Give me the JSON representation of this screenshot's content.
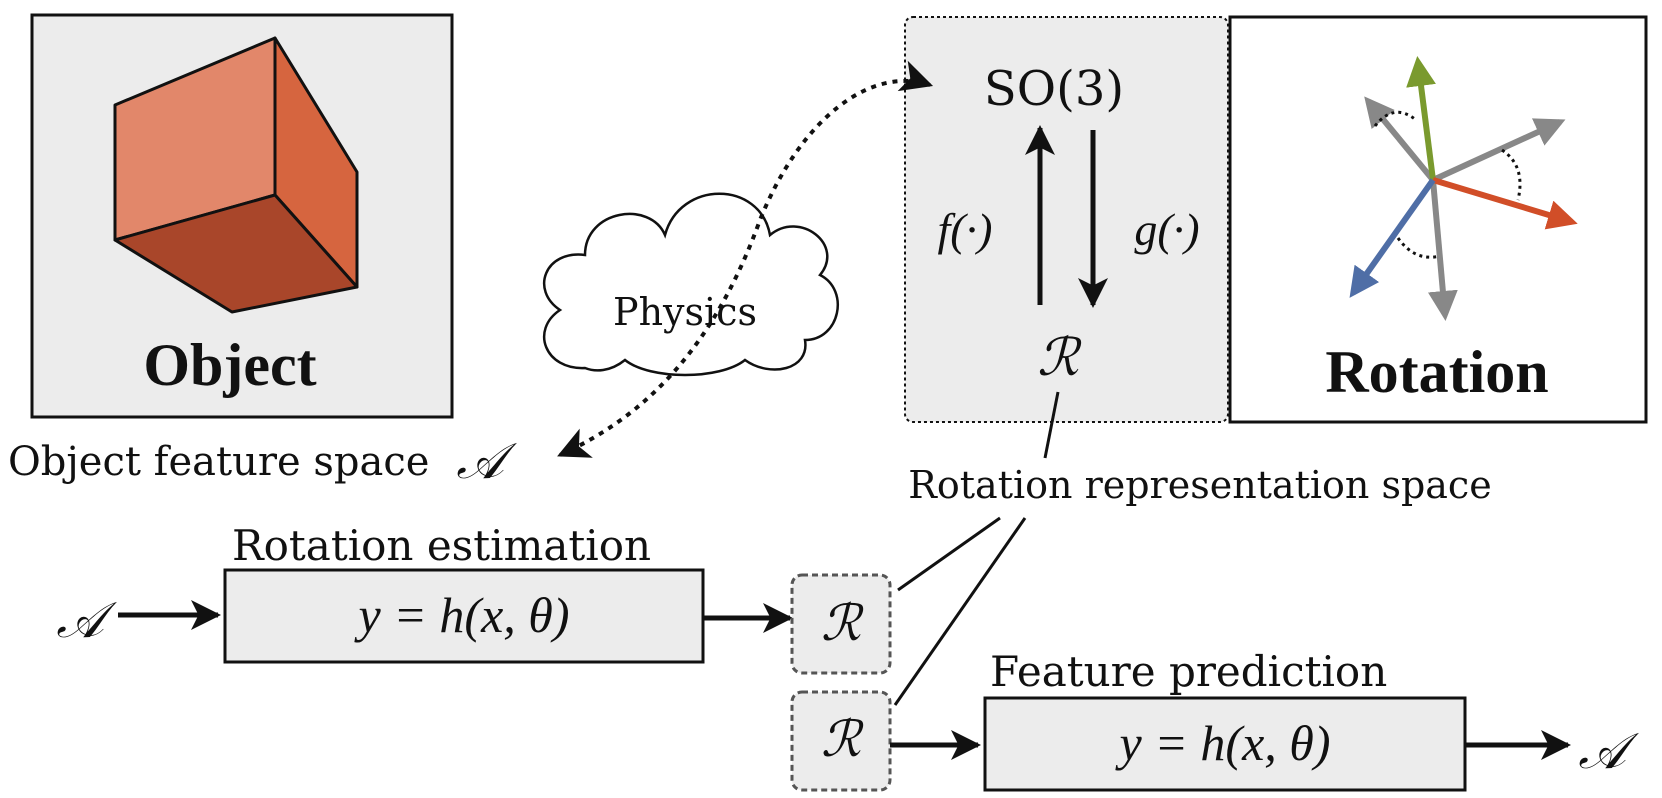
{
  "labels": {
    "object": "Object",
    "rotation": "Rotation",
    "physics": "Physics",
    "so3": "SO(3)",
    "f_map": "f(·)",
    "g_map": "g(·)",
    "rep_symbol": "ℛ",
    "feat_symbol": "𝒜",
    "object_feature_space": "Object feature space",
    "rotation_representation_space": "Rotation representation space",
    "rotation_estimation": "Rotation estimation",
    "feature_prediction": "Feature prediction",
    "estimation_formula": "y = h(x, θ)",
    "prediction_formula": "y = h(x, θ)"
  },
  "colors": {
    "panel_bg": "#ececec",
    "cube_top": "#e2876a",
    "cube_right": "#d6653f",
    "cube_bottom": "#a9462a",
    "axis_gray": "#888888",
    "axis_green": "#7a9a2e",
    "axis_red": "#d14e28",
    "axis_blue": "#4f6ea6",
    "stroke": "#111111"
  },
  "icons": [
    "cube-icon",
    "rotation-axes-icon",
    "cloud-icon"
  ]
}
